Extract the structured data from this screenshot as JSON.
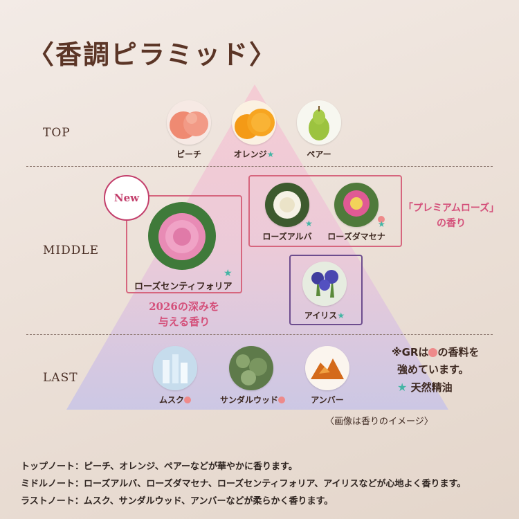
{
  "title": "〈香調ピラミッド〉",
  "tiers": {
    "top": "TOP",
    "middle": "MIDDLE",
    "last": "LAST"
  },
  "notes": {
    "peach": {
      "label": "ピーチ",
      "star": false,
      "dot": false,
      "icon": "peach-icon"
    },
    "orange": {
      "label": "オレンジ",
      "star": true,
      "dot": false,
      "icon": "orange-icon"
    },
    "pear": {
      "label": "ペアー",
      "star": false,
      "dot": false,
      "icon": "pear-icon"
    },
    "rose_centifolia": {
      "label": "ローズセンティフォリア",
      "star": true,
      "icon": "rose-centifolia-icon"
    },
    "rose_alba": {
      "label": "ローズアルバ",
      "star": true,
      "icon": "rose-alba-icon"
    },
    "rose_damascena": {
      "label": "ローズダマセナ",
      "star": true,
      "dot": true,
      "icon": "rose-damascena-icon"
    },
    "iris": {
      "label": "アイリス",
      "star": true,
      "icon": "iris-icon"
    },
    "musk": {
      "label": "ムスク",
      "dot": true,
      "icon": "musk-icon"
    },
    "sandalwood": {
      "label": "サンダルウッド",
      "dot": true,
      "icon": "sandalwood-icon"
    },
    "amber": {
      "label": "アンバー",
      "icon": "amber-icon"
    }
  },
  "new_badge": "New",
  "centifolia_caption": [
    "2026の深みを",
    "与える香り"
  ],
  "premium_rose_caption": [
    "「プレミアムローズ」",
    "の香り"
  ],
  "legend": {
    "line1_pre": "※GRは",
    "line1_post": "の香料を",
    "line2": "強めています。",
    "line3": "天然精油"
  },
  "image_note": "〈画像は香りのイメージ〉",
  "footer": [
    "トップノート：ピーチ、オレンジ、ペアーなどが華やかに香ります。",
    "ミドルノート：ローズアルバ、ローズダマセナ、ローズセンティフォリア、アイリスなどが心地よく香ります。",
    "ラストノート：ムスク、サンダルウッド、アンバーなどが柔らかく香ります。"
  ],
  "colors": {
    "star": "#43b5a4",
    "dot": "#ee8a8a",
    "pink_box": "#d6667e",
    "purple_box": "#6d4d8e",
    "accent_text": "#d4507a"
  }
}
